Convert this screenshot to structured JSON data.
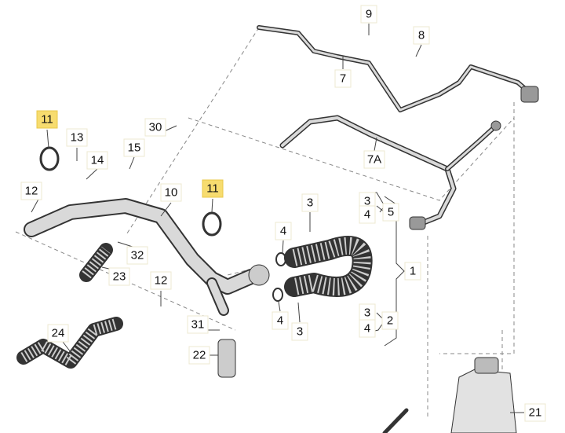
{
  "diagram": {
    "labels": [
      "9",
      "8",
      "7",
      "7A",
      "11",
      "13",
      "14",
      "30",
      "15",
      "12",
      "10",
      "11",
      "3",
      "3",
      "4",
      "5",
      "4",
      "32",
      "1",
      "23",
      "12",
      "4",
      "3",
      "4",
      "2",
      "3",
      "31",
      "22",
      "24",
      "21"
    ],
    "highlight_color": "#f7dc6f"
  }
}
